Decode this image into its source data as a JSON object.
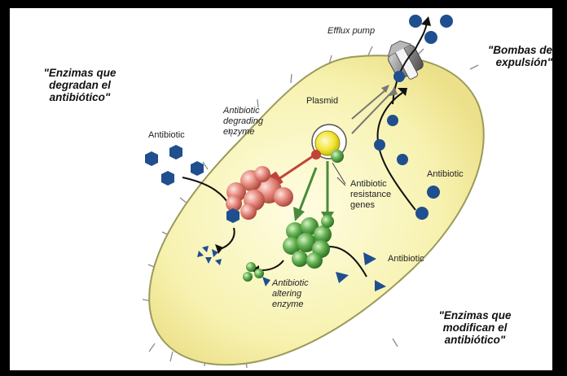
{
  "labels": {
    "efflux_pump": "Efflux pump",
    "plasmid": "Plasmid",
    "antibiotic_left": "Antibiotic",
    "antibiotic_right": "Antibiotic",
    "antibiotic_bottom": "Antibiotic",
    "degrading_enzyme": [
      "Antibiotic",
      "degrading",
      "enzyme"
    ],
    "resistance_genes": [
      "Antibiotic",
      "resistance",
      "genes"
    ],
    "altering_enzyme": [
      "Antibiotic",
      "altering",
      "enzyme"
    ]
  },
  "annotations": {
    "degrade": [
      "\"Enzimas que",
      "degradan el",
      "antibiótico\""
    ],
    "expel": [
      "\"Bombas de",
      "expulsión\""
    ],
    "modify": [
      "\"Enzimas que",
      "modifican el",
      "antibiótico\""
    ]
  },
  "colors": {
    "frame": "#000000",
    "cell_fill": "#f7f2b0",
    "cell_outline": "#9a9a5a",
    "antibiotic": "#1f4f8f",
    "degrading_enzyme": "#d9756a",
    "altering_enzyme": "#4a9a3c",
    "plasmid": "#f4e83a"
  }
}
